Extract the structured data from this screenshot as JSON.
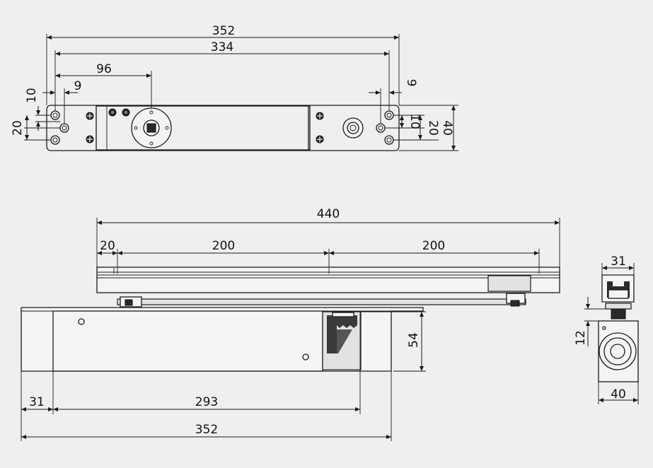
{
  "top_view": {
    "dims": {
      "overall_length": "352",
      "hole_spacing": "334",
      "pivot_offset": "96",
      "left_hole_offset": "9",
      "left_vert_small": "10",
      "left_vert_large": "20",
      "right_hole_offset": "9",
      "right_vert_small": "10",
      "right_vert_large": "20",
      "overall_height": "40"
    }
  },
  "front_view": {
    "dims": {
      "track_length": "440",
      "track_end_offset": "20",
      "track_segment_1": "200",
      "track_segment_2": "200",
      "body_height": "54",
      "arm_offset": "31",
      "body_length": "293",
      "overall_length": "352"
    }
  },
  "side_view": {
    "dims": {
      "track_width": "31",
      "gap_height": "12",
      "body_width": "40"
    }
  }
}
